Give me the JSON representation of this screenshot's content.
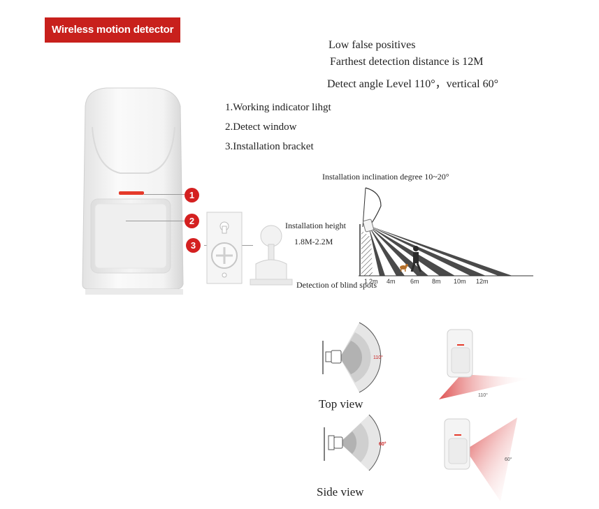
{
  "banner": {
    "title": "Wireless motion detector",
    "color": "#c8201c"
  },
  "features": [
    "Low false positives",
    "Farthest detection distance is 12M",
    "Detect angle  Level 110°，vertical 60°"
  ],
  "parts": [
    "1.Working indicator lihgt",
    "2.Detect window",
    "3.Installation  bracket"
  ],
  "callouts": [
    "1",
    "2",
    "3"
  ],
  "install_diagram": {
    "inclination": "Installation inclination degree 10~20°",
    "height_label": "Installation height",
    "height_value": "1.8M-2.2M",
    "blind_spots": "Detection of blind spots",
    "distance_ticks": [
      "1",
      "2m",
      "4m",
      "6m",
      "8m",
      "10m",
      "12m"
    ]
  },
  "views": {
    "top_label": "Top view",
    "side_label": "Side view",
    "top_angle": "110°",
    "side_angle": "60°",
    "photo_top_angle": "110°",
    "photo_side_angle": "60°"
  },
  "colors": {
    "accent": "#d42020",
    "device": "#f4f4f4"
  }
}
